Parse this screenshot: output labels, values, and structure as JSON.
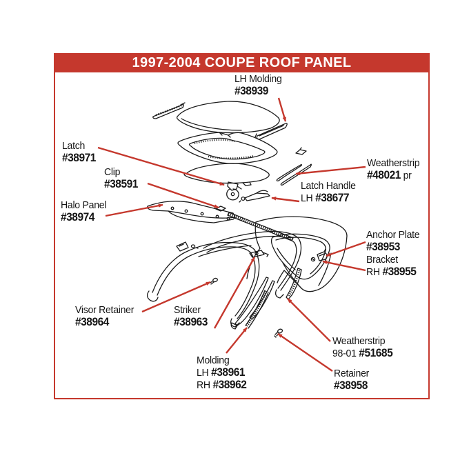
{
  "banner": {
    "title": "1997-2004 COUPE ROOF PANEL"
  },
  "colors": {
    "banner_red": "#c5382d",
    "leader_line_red": "#c5382d",
    "line_art_black": "#1b1b1b",
    "background": "#ffffff",
    "label_text": "#151515"
  },
  "labels": {
    "lh_molding": {
      "name": "LH Molding",
      "rows": [
        {
          "pre": "",
          "num": "#38939",
          "suf": ""
        }
      ]
    },
    "latch": {
      "name": "Latch",
      "rows": [
        {
          "pre": "",
          "num": "#38971",
          "suf": ""
        }
      ]
    },
    "clip": {
      "name": "Clip",
      "rows": [
        {
          "pre": "",
          "num": "#38591",
          "suf": ""
        }
      ]
    },
    "halo_panel": {
      "name": "Halo Panel",
      "rows": [
        {
          "pre": "",
          "num": "#38974",
          "suf": ""
        }
      ]
    },
    "weatherstrip_48021": {
      "name": "Weatherstrip",
      "rows": [
        {
          "pre": "",
          "num": "#48021",
          "suf": " pr"
        }
      ]
    },
    "latch_handle": {
      "name": "Latch Handle",
      "rows": [
        {
          "pre": "LH ",
          "num": "#38677",
          "suf": ""
        }
      ]
    },
    "anchor_plate": {
      "name": "Anchor Plate",
      "rows": [
        {
          "pre": "",
          "num": "#38953",
          "suf": ""
        }
      ]
    },
    "bracket": {
      "name": "Bracket",
      "rows": [
        {
          "pre": "RH ",
          "num": "#38955",
          "suf": ""
        }
      ]
    },
    "visor_retainer": {
      "name": "Visor Retainer",
      "rows": [
        {
          "pre": "",
          "num": "#38964",
          "suf": ""
        }
      ]
    },
    "striker": {
      "name": "Striker",
      "rows": [
        {
          "pre": "",
          "num": "#38963",
          "suf": ""
        }
      ]
    },
    "molding": {
      "name": "Molding",
      "rows": [
        {
          "pre": "LH ",
          "num": "#38961",
          "suf": ""
        },
        {
          "pre": "RH ",
          "num": "#38962",
          "suf": ""
        }
      ]
    },
    "weatherstrip_51685": {
      "name": "Weatherstrip",
      "rows": [
        {
          "pre": "98-01 ",
          "num": "#51685",
          "suf": ""
        }
      ]
    },
    "retainer": {
      "name": "Retainer",
      "rows": [
        {
          "pre": "",
          "num": "#38958",
          "suf": ""
        }
      ]
    }
  }
}
